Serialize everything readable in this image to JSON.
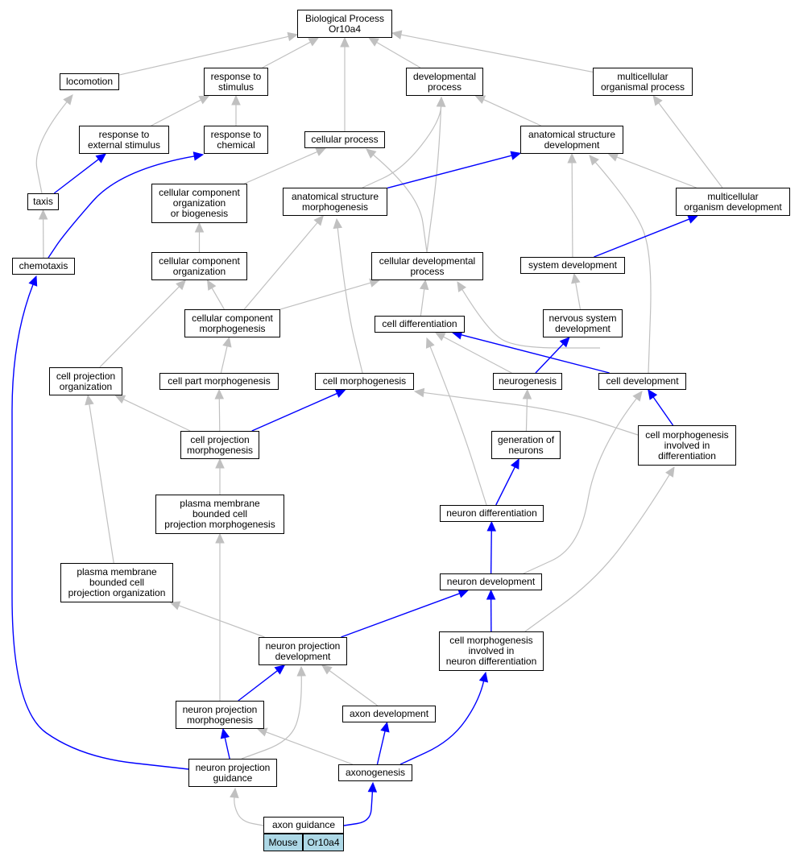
{
  "graph": {
    "colors": {
      "is_a": "#c0c0c0",
      "part_of": "#0000ff",
      "species_cell": "#add8e6",
      "border": "#000000"
    },
    "nodes": [
      {
        "id": "bp",
        "label": "Biological Process\nOr10a4"
      },
      {
        "id": "loco",
        "label": "locomotion"
      },
      {
        "id": "rts",
        "label": "response to\nstimulus"
      },
      {
        "id": "devp",
        "label": "developmental\nprocess"
      },
      {
        "id": "mop",
        "label": "multicellular\norganismal process"
      },
      {
        "id": "rtes",
        "label": "response to\nexternal stimulus"
      },
      {
        "id": "rtc",
        "label": "response to\nchemical"
      },
      {
        "id": "cellp",
        "label": "cellular process"
      },
      {
        "id": "asd",
        "label": "anatomical structure\ndevelopment"
      },
      {
        "id": "taxis",
        "label": "taxis"
      },
      {
        "id": "ccob",
        "label": "cellular component\norganization\nor biogenesis"
      },
      {
        "id": "asm",
        "label": "anatomical structure\nmorphogenesis"
      },
      {
        "id": "mod",
        "label": "multicellular\norganism development"
      },
      {
        "id": "chemo",
        "label": "chemotaxis"
      },
      {
        "id": "cco",
        "label": "cellular component\norganization"
      },
      {
        "id": "cdp",
        "label": "cellular developmental\nprocess"
      },
      {
        "id": "sysd",
        "label": "system development"
      },
      {
        "id": "ccm",
        "label": "cellular component\nmorphogenesis"
      },
      {
        "id": "celldiff",
        "label": "cell differentiation"
      },
      {
        "id": "nsd",
        "label": "nervous system\ndevelopment"
      },
      {
        "id": "cpo",
        "label": "cell projection\norganization"
      },
      {
        "id": "cpartm",
        "label": "cell part morphogenesis"
      },
      {
        "id": "cellmorph",
        "label": "cell morphogenesis"
      },
      {
        "id": "neurogen",
        "label": "neurogenesis"
      },
      {
        "id": "celldev",
        "label": "cell development"
      },
      {
        "id": "cprojm",
        "label": "cell projection\nmorphogenesis"
      },
      {
        "id": "gon",
        "label": "generation of\nneurons"
      },
      {
        "id": "cmid",
        "label": "cell morphogenesis\ninvolved in\ndifferentiation"
      },
      {
        "id": "pmbcpm",
        "label": "plasma membrane\nbounded cell\nprojection morphogenesis"
      },
      {
        "id": "neurdiff",
        "label": "neuron differentiation"
      },
      {
        "id": "pmbcpo",
        "label": "plasma membrane\nbounded cell\nprojection organization"
      },
      {
        "id": "neurdev",
        "label": "neuron development"
      },
      {
        "id": "npd",
        "label": "neuron projection\ndevelopment"
      },
      {
        "id": "cmind",
        "label": "cell morphogenesis\ninvolved in\nneuron differentiation"
      },
      {
        "id": "npm",
        "label": "neuron projection\nmorphogenesis"
      },
      {
        "id": "axdev",
        "label": "axon development"
      },
      {
        "id": "npg",
        "label": "neuron projection\nguidance"
      },
      {
        "id": "axono",
        "label": "axonogenesis"
      },
      {
        "id": "axg",
        "label": "axon guidance"
      }
    ],
    "species_cells": [
      {
        "id": "species",
        "label": "Mouse"
      },
      {
        "id": "gene",
        "label": "Or10a4"
      }
    ],
    "edges": [
      {
        "from": "loco",
        "to": "bp",
        "type": "is_a"
      },
      {
        "from": "rts",
        "to": "bp",
        "type": "is_a"
      },
      {
        "from": "cellp",
        "to": "bp",
        "type": "is_a"
      },
      {
        "from": "devp",
        "to": "bp",
        "type": "is_a"
      },
      {
        "from": "mop",
        "to": "bp",
        "type": "is_a"
      },
      {
        "from": "rtes",
        "to": "rts",
        "type": "is_a"
      },
      {
        "from": "rtc",
        "to": "rts",
        "type": "is_a"
      },
      {
        "from": "asd",
        "to": "devp",
        "type": "is_a"
      },
      {
        "from": "asm",
        "to": "devp",
        "type": "is_a"
      },
      {
        "from": "cdp",
        "to": "devp",
        "type": "is_a"
      },
      {
        "from": "mod",
        "to": "mop",
        "type": "is_a"
      },
      {
        "from": "taxis",
        "to": "loco",
        "type": "is_a"
      },
      {
        "from": "taxis",
        "to": "rtes",
        "type": "part_of"
      },
      {
        "from": "chemo",
        "to": "taxis",
        "type": "is_a"
      },
      {
        "from": "chemo",
        "to": "rtc",
        "type": "part_of"
      },
      {
        "from": "ccob",
        "to": "cellp",
        "type": "is_a"
      },
      {
        "from": "cdp",
        "to": "cellp",
        "type": "is_a"
      },
      {
        "from": "asm",
        "to": "asd",
        "type": "part_of"
      },
      {
        "from": "mod",
        "to": "asd",
        "type": "is_a"
      },
      {
        "from": "sysd",
        "to": "asd",
        "type": "is_a"
      },
      {
        "from": "celldev",
        "to": "asd",
        "type": "is_a"
      },
      {
        "from": "sysd",
        "to": "mod",
        "type": "part_of"
      },
      {
        "from": "cco",
        "to": "ccob",
        "type": "is_a"
      },
      {
        "from": "ccm",
        "to": "asm",
        "type": "is_a"
      },
      {
        "from": "cellmorph",
        "to": "asm",
        "type": "is_a"
      },
      {
        "from": "ccm",
        "to": "cco",
        "type": "is_a"
      },
      {
        "from": "ccm",
        "to": "cdp",
        "type": "is_a"
      },
      {
        "from": "celldiff",
        "to": "cdp",
        "type": "is_a"
      },
      {
        "from": "celldev",
        "to": "cdp",
        "type": "is_a"
      },
      {
        "from": "nsd",
        "to": "sysd",
        "type": "is_a"
      },
      {
        "from": "cpartm",
        "to": "ccm",
        "type": "is_a"
      },
      {
        "from": "neurogen",
        "to": "celldiff",
        "type": "is_a"
      },
      {
        "from": "celldev",
        "to": "celldiff",
        "type": "part_of"
      },
      {
        "from": "neurdiff",
        "to": "celldiff",
        "type": "is_a"
      },
      {
        "from": "neurogen",
        "to": "nsd",
        "type": "part_of"
      },
      {
        "from": "cpo",
        "to": "cco",
        "type": "is_a"
      },
      {
        "from": "cprojm",
        "to": "cpo",
        "type": "is_a"
      },
      {
        "from": "cprojm",
        "to": "cpartm",
        "type": "is_a"
      },
      {
        "from": "cprojm",
        "to": "cellmorph",
        "type": "part_of"
      },
      {
        "from": "cmid",
        "to": "cellmorph",
        "type": "is_a"
      },
      {
        "from": "cmid",
        "to": "celldev",
        "type": "part_of"
      },
      {
        "from": "gon",
        "to": "neurogen",
        "type": "is_a"
      },
      {
        "from": "pmbcpm",
        "to": "cprojm",
        "type": "is_a"
      },
      {
        "from": "neurdiff",
        "to": "gon",
        "type": "part_of"
      },
      {
        "from": "pmbcpo",
        "to": "cpo",
        "type": "is_a"
      },
      {
        "from": "neurdev",
        "to": "neurdiff",
        "type": "part_of"
      },
      {
        "from": "neurdev",
        "to": "celldev",
        "type": "is_a"
      },
      {
        "from": "npd",
        "to": "pmbcpo",
        "type": "is_a"
      },
      {
        "from": "npd",
        "to": "neurdev",
        "type": "part_of"
      },
      {
        "from": "cmind",
        "to": "neurdev",
        "type": "part_of"
      },
      {
        "from": "cmind",
        "to": "cmid",
        "type": "is_a"
      },
      {
        "from": "npm",
        "to": "npd",
        "type": "part_of"
      },
      {
        "from": "npm",
        "to": "pmbcpm",
        "type": "is_a"
      },
      {
        "from": "axdev",
        "to": "npd",
        "type": "is_a"
      },
      {
        "from": "npg",
        "to": "npm",
        "type": "part_of"
      },
      {
        "from": "npg",
        "to": "npd",
        "type": "is_a"
      },
      {
        "from": "npg",
        "to": "chemo",
        "type": "part_of"
      },
      {
        "from": "axono",
        "to": "axdev",
        "type": "part_of"
      },
      {
        "from": "axono",
        "to": "npm",
        "type": "is_a"
      },
      {
        "from": "axono",
        "to": "cmind",
        "type": "part_of"
      },
      {
        "from": "axg",
        "to": "npg",
        "type": "is_a"
      },
      {
        "from": "axg",
        "to": "axono",
        "type": "part_of"
      }
    ]
  }
}
